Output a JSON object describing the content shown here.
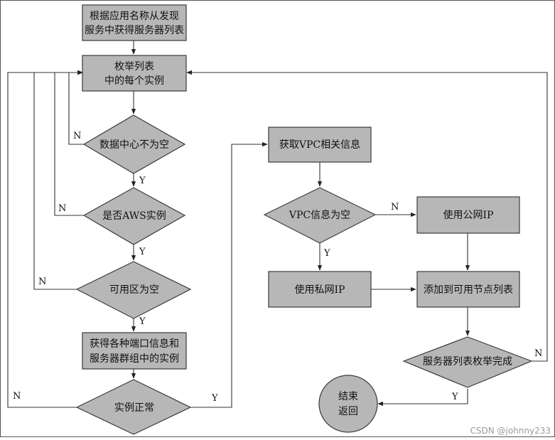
{
  "nodes": {
    "get_server_list": [
      "根据应用名称从发现",
      "服务中获得服务器列表"
    ],
    "enumerate_instances": [
      "枚举列表",
      "中的每个实例"
    ],
    "dc_not_empty": [
      "数据中心不为空"
    ],
    "is_aws_instance": [
      "是否AWS实例"
    ],
    "az_empty": [
      "可用区为空"
    ],
    "get_port_info": [
      "获得各种端口信息和",
      "服务器群组中的实例"
    ],
    "instance_ok": [
      "实例正常"
    ],
    "get_vpc_info": [
      "获取VPC相关信息"
    ],
    "vpc_info_empty": [
      "VPC信息为空"
    ],
    "use_public_ip": [
      "使用公网IP"
    ],
    "use_private_ip": [
      "使用私网IP"
    ],
    "add_to_node_list": [
      "添加到可用节点列表"
    ],
    "enum_complete": [
      "服务器列表枚举完成"
    ],
    "end_return": [
      "结束",
      "返回"
    ]
  },
  "edge_labels": {
    "dc_yes": "Y",
    "dc_no": "N",
    "aws_yes": "Y",
    "aws_no": "N",
    "az_yes": "Y",
    "az_no": "N",
    "ok_yes": "Y",
    "ok_no": "N",
    "vpc_yes": "Y",
    "vpc_no": "N",
    "done_yes": "Y",
    "done_no": "N"
  },
  "watermark": "CSDN @johnny233"
}
